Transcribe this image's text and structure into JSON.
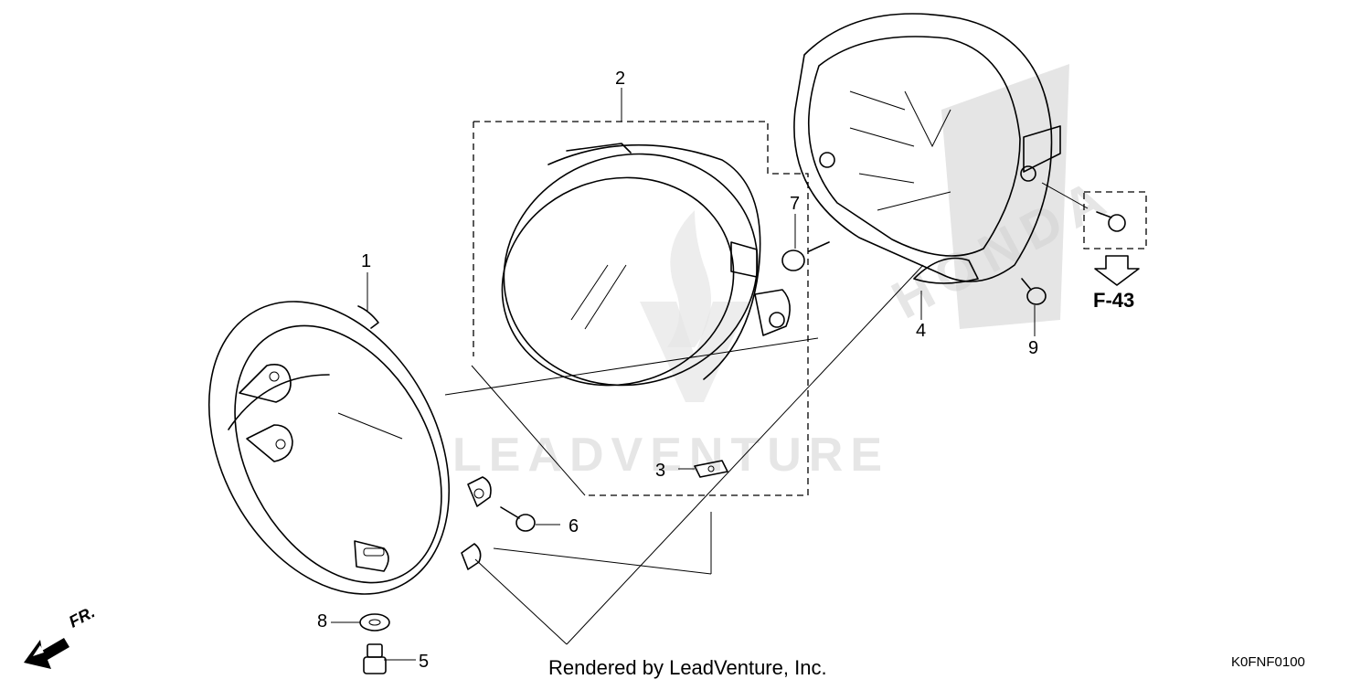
{
  "diagram": {
    "part_numbers": [
      "1",
      "2",
      "3",
      "4",
      "5",
      "6",
      "7",
      "8",
      "9"
    ],
    "reference_label": "F-43",
    "direction_label": "FR.",
    "watermark_text": "LEADVENTURE",
    "watermark_brand": "HONDA",
    "credit": "Rendered by LeadVenture, Inc.",
    "diagram_code": "K0FNF0100"
  },
  "colors": {
    "ink": "#000000",
    "watermark": "#e6e6e6",
    "background": "#ffffff"
  }
}
